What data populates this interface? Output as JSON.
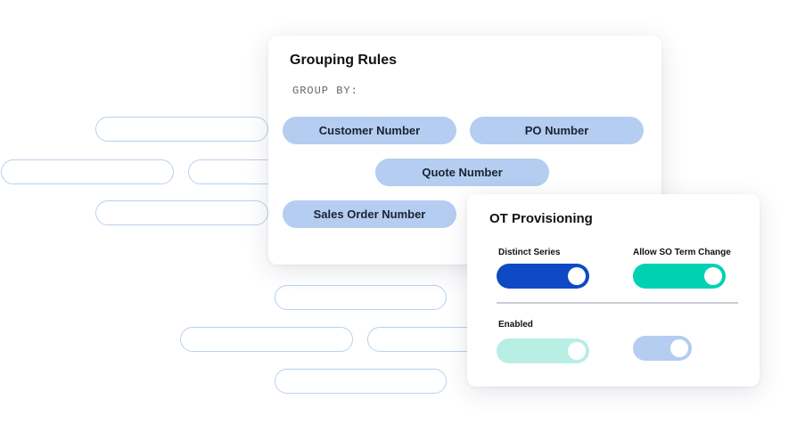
{
  "grouping_rules": {
    "title": "Grouping Rules",
    "group_by_label": "GROUP BY:",
    "chips": [
      "Customer Number",
      "PO Number",
      "Quote Number",
      "Sales Order Number"
    ]
  },
  "ot_provisioning": {
    "title": "OT Provisioning",
    "toggles": [
      {
        "label": "Distinct Series",
        "state": "on",
        "color": "#0f4ac4"
      },
      {
        "label": "Allow SO Term Change",
        "state": "on",
        "color": "#00d1b2"
      },
      {
        "label": "Enabled",
        "state": "on",
        "color": "#b9eee5"
      },
      {
        "label": "",
        "state": "on",
        "color": "#b4cdf0"
      }
    ]
  },
  "colors": {
    "chip_fill": "#b4cdf0",
    "ghost_outline": "#b9d0ee",
    "navy_toggle": "#0f4ac4",
    "teal_toggle": "#00d1b2",
    "pale_teal_toggle": "#b9eee5",
    "pale_blue_toggle": "#b4cdf0"
  }
}
